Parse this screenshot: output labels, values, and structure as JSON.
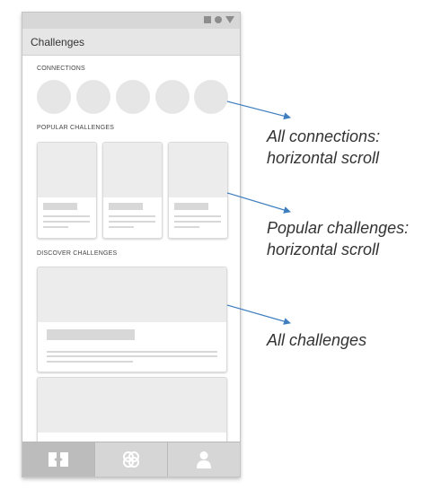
{
  "app_bar": {
    "title": "Challenges"
  },
  "sections": {
    "connections": "CONNECTIONS",
    "popular": "POPULAR CHALLENGES",
    "discover": "DISCOVER CHALLENGES"
  },
  "annotations": {
    "connections_line1": "All connections:",
    "connections_line2": "horizontal scroll",
    "popular_line1": "Popular challenges:",
    "popular_line2": "horizontal scroll",
    "all": "All challenges"
  },
  "bottom_nav": [
    {
      "icon": "challenges-icon",
      "active": true
    },
    {
      "icon": "connections-icon",
      "active": false
    },
    {
      "icon": "profile-icon",
      "active": false
    }
  ],
  "colors": {
    "arrow": "#3f7fc0",
    "placeholder": "#e6e6e6",
    "text": "#333333"
  }
}
